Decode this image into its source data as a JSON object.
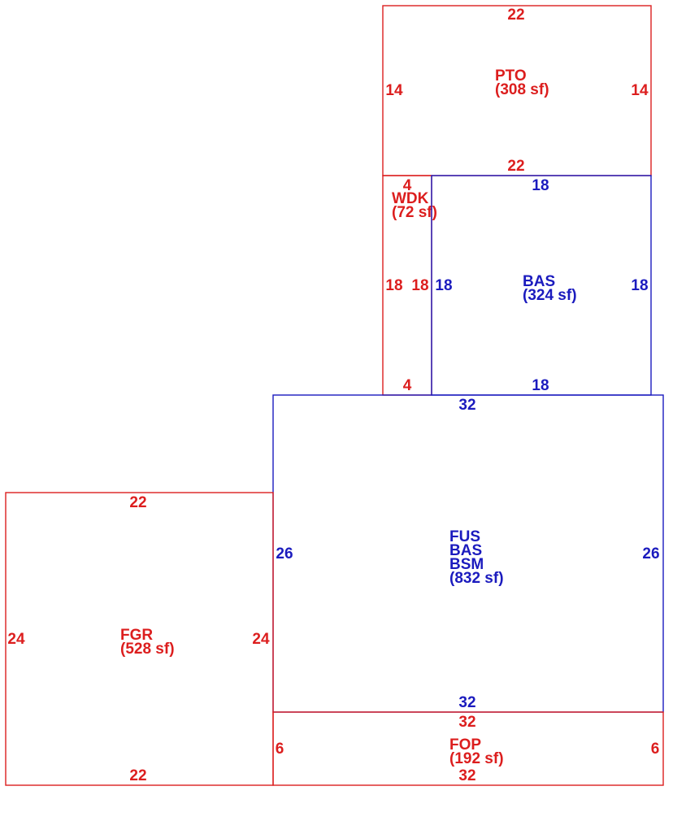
{
  "colors": {
    "red": "#dc1e1e",
    "blue": "#1b1bbe"
  },
  "areas": {
    "pto": {
      "code": "PTO",
      "area": "(308 sf)",
      "top": "22",
      "bottom": "22",
      "left": "14",
      "right": "14"
    },
    "wdk": {
      "code": "WDK",
      "area": "(72 sf)",
      "top": "4",
      "bottom": "4",
      "left": "18",
      "right": "18"
    },
    "bas": {
      "code": "BAS",
      "area": "(324 sf)",
      "top": "18",
      "bottom": "18",
      "left": "18",
      "right": "18"
    },
    "main": {
      "codes": [
        "FUS",
        "BAS",
        "BSM"
      ],
      "area": "(832 sf)",
      "top": "32",
      "bottom": "32",
      "left": "26",
      "right": "26"
    },
    "fgr": {
      "code": "FGR",
      "area": "(528 sf)",
      "top": "22",
      "bottom": "22",
      "left": "24",
      "right": "24"
    },
    "fop": {
      "code": "FOP",
      "area": "(192 sf)",
      "top": "32",
      "bottom": "32",
      "left": "6",
      "right": "6"
    }
  }
}
